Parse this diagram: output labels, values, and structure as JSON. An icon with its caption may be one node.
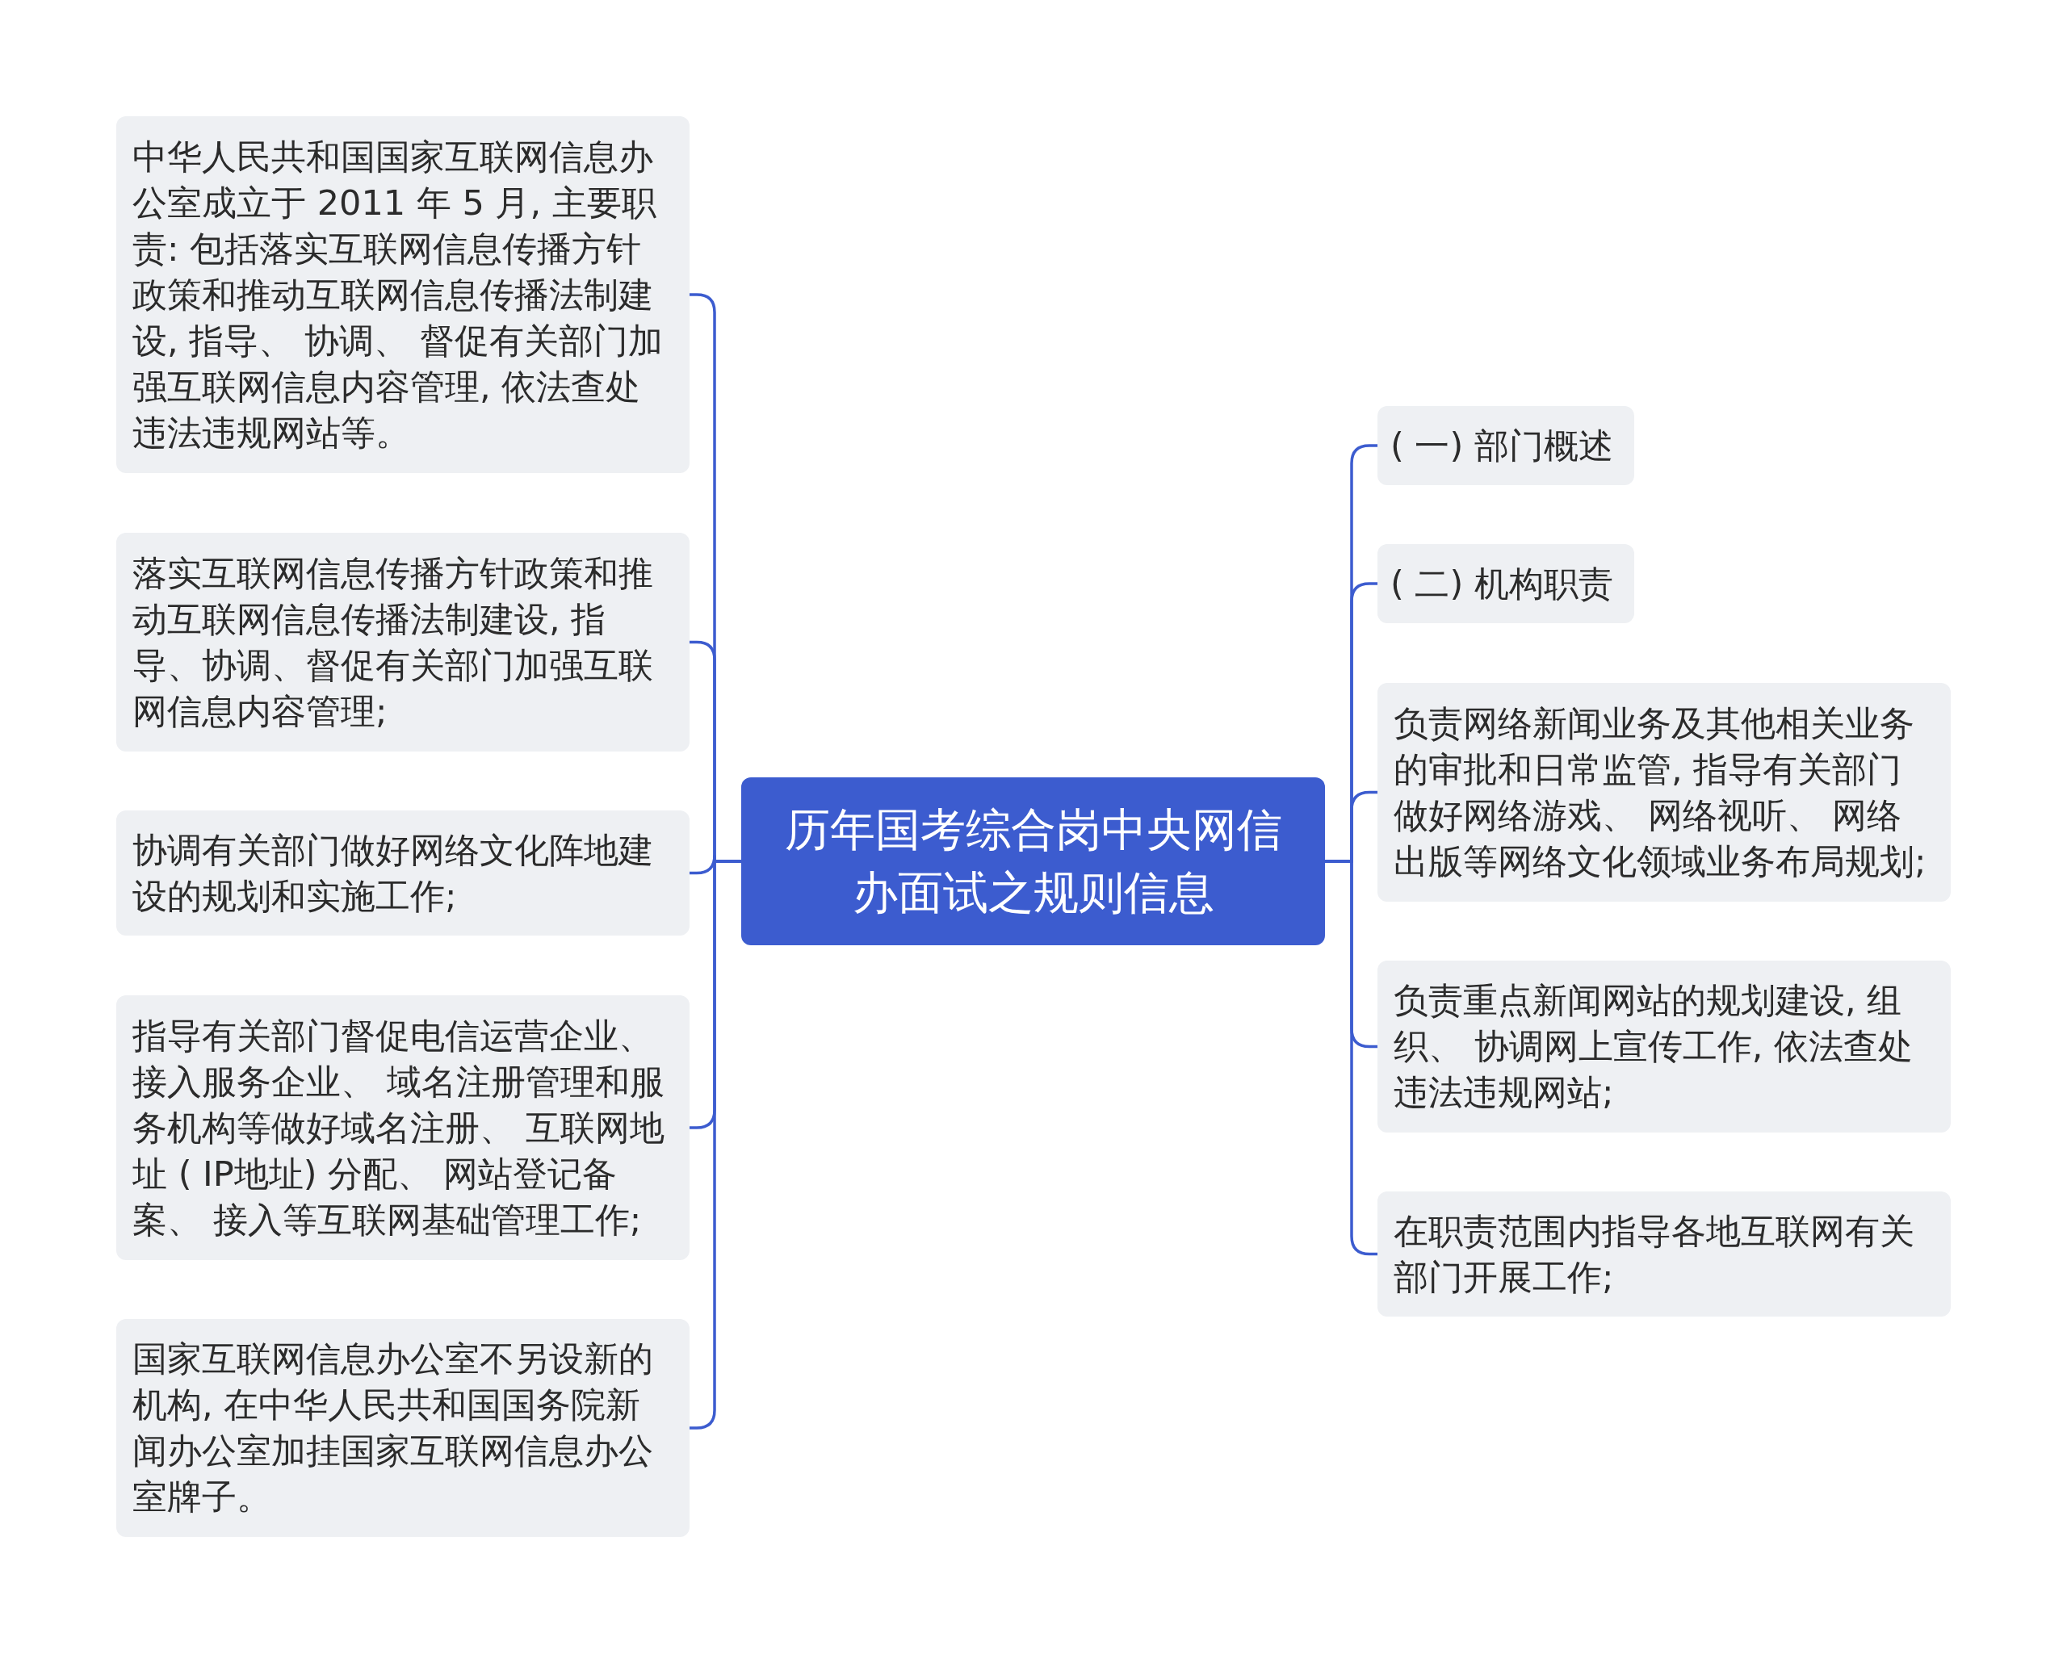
{
  "diagram": {
    "nodes": [
      {
        "text": [
          "历年国考综合岗中央网信办面试之规则信息"
        ]
      },
      {
        "text": [
          "中华人民共和国国家互联网信息办公室成立于 2011 年 5 月, 主要职责: 包括落实互联网信息传播方针政策和推动互联网信息传播法制建设, 指导、 协调、 督促有关部门加强互联网信息内容管理, 依法查处违法违规网站等。"
        ]
      },
      {
        "text": [
          "落实互联网信息传播方针政策和推动互联网信息传播法制建设, 指导、协调、督促有关部门加强互联网信息内容管理;"
        ]
      },
      {
        "text": [
          "协调有关部门做好网络文化阵地建设的规划和实施工作;"
        ]
      },
      {
        "text": [
          "指导有关部门督促电信运营企业、接入服务企业、 域名注册管理和服务机构等做好域名注册、 互联网地址 ( IP地址) 分配、 网站登记备案、 接入等互联网基础管理工作;"
        ]
      },
      {
        "text": [
          "国家互联网信息办公室不另设新的机构, 在中华人民共和国国务院新闻办公室加挂国家互联网信息办公室牌子。"
        ]
      },
      {
        "text": [
          "( 一) 部门概述"
        ]
      },
      {
        "text": [
          "( 二) 机构职责"
        ]
      },
      {
        "text": [
          "负责网络新闻业务及其他相关业务的审批和日常监管, 指导有关部门做好网络游戏、 网络视听、 网络出版等网络文化领域业务布局规划;"
        ]
      },
      {
        "text": [
          "负责重点新闻网站的规划建设, 组织、 协调网上宣传工作, 依法查处违法违规网站;"
        ]
      },
      {
        "text": [
          "在职责范围内指导各地互联网有关部门开展工作;"
        ]
      }
    ],
    "edges": [
      {
        "from": 0,
        "to": 1,
        "arrow": "none"
      },
      {
        "from": 0,
        "to": 2,
        "arrow": "none"
      },
      {
        "from": 0,
        "to": 3,
        "arrow": "none"
      },
      {
        "from": 0,
        "to": 4,
        "arrow": "none"
      },
      {
        "from": 0,
        "to": 5,
        "arrow": "none"
      },
      {
        "from": 0,
        "to": 6,
        "arrow": "none"
      },
      {
        "from": 0,
        "to": 7,
        "arrow": "none"
      },
      {
        "from": 0,
        "to": 8,
        "arrow": "none"
      },
      {
        "from": 0,
        "to": 9,
        "arrow": "none"
      },
      {
        "from": 0,
        "to": 10,
        "arrow": "none"
      }
    ]
  }
}
